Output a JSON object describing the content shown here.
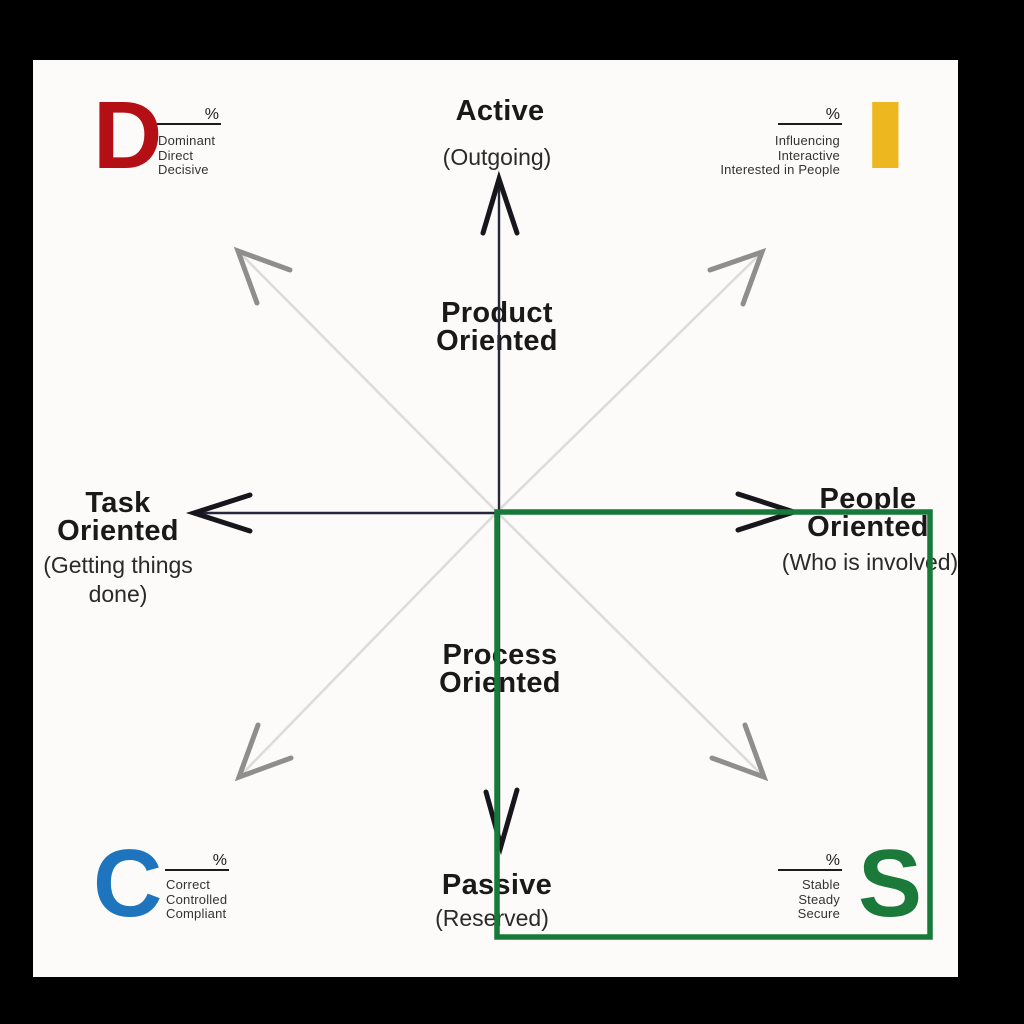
{
  "background": {
    "page": "#000000",
    "card": "#FCFBF9"
  },
  "quadrants": {
    "d": {
      "letter": "D",
      "color": "#B30F15",
      "percent": "%",
      "traits": [
        "Dominant",
        "Direct",
        "Decisive"
      ]
    },
    "i": {
      "letter": "I",
      "color": "#ECB71F",
      "percent": "%",
      "traits": [
        "Influencing",
        "Interactive",
        "Interested in People"
      ]
    },
    "c": {
      "letter": "C",
      "color": "#1E75BD",
      "percent": "%",
      "traits": [
        "Correct",
        "Controlled",
        "Compliant"
      ]
    },
    "s": {
      "letter": "S",
      "color": "#1B7A3A",
      "percent": "%",
      "traits": [
        "Stable",
        "Steady",
        "Secure"
      ]
    }
  },
  "axes": {
    "top": {
      "title": "Active",
      "subtitle": "(Outgoing)"
    },
    "bottom": {
      "title": "Passive",
      "subtitle": "(Reserved)"
    },
    "left": {
      "title_line1": "Task",
      "title_line2": "Oriented",
      "subtitle": "(Getting things done)"
    },
    "right": {
      "title_line1": "People",
      "title_line2": "Oriented",
      "subtitle": "(Who is involved)"
    },
    "vertical_upper": {
      "line1": "Product",
      "line2": "Oriented"
    },
    "vertical_lower": {
      "line1": "Process",
      "line2": "Oriented"
    }
  },
  "highlight": {
    "quadrant_letter": "S",
    "color": "#177A3B"
  }
}
